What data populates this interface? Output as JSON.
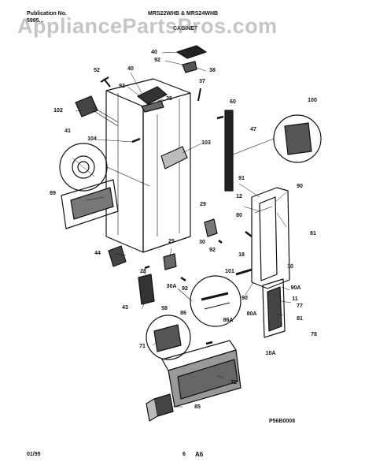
{
  "header": {
    "publication_label": "Publication No.",
    "publication_no": "5995...",
    "models": "MRS22WHB & MRS24WHB",
    "section": "CABINET"
  },
  "watermark": "AppliancePartsPros.com",
  "callouts": {
    "c40": "40",
    "c92a": "92",
    "c38": "38",
    "c52": "52",
    "c40b": "40",
    "c37": "37",
    "c92b": "92",
    "c35": "35",
    "c60": "60",
    "c100": "100",
    "c102": "102",
    "c47": "47",
    "c41": "41",
    "c104": "104",
    "c103": "103",
    "c91": "91",
    "c90a": "90",
    "c12": "12",
    "c89": "89",
    "c80a": "80",
    "c29": "29",
    "c81a": "81",
    "c30": "30",
    "c92c": "92",
    "c18": "18",
    "c44": "44",
    "c25": "25",
    "c10": "10",
    "c28": "28",
    "c101": "101",
    "c90A": "90A",
    "c30A": "30A",
    "c92d": "92",
    "c43": "43",
    "c90b": "90",
    "c11": "11",
    "c58": "58",
    "c77": "77",
    "c86": "86",
    "c86A": "86A",
    "c80A": "80A",
    "c81b": "81",
    "c78": "78",
    "c71": "71",
    "c10A": "10A",
    "c72": "72",
    "c85": "85"
  },
  "diagram_code": "P56B0008",
  "footer": {
    "date": "01/95",
    "page": "6",
    "tag": "A6"
  }
}
